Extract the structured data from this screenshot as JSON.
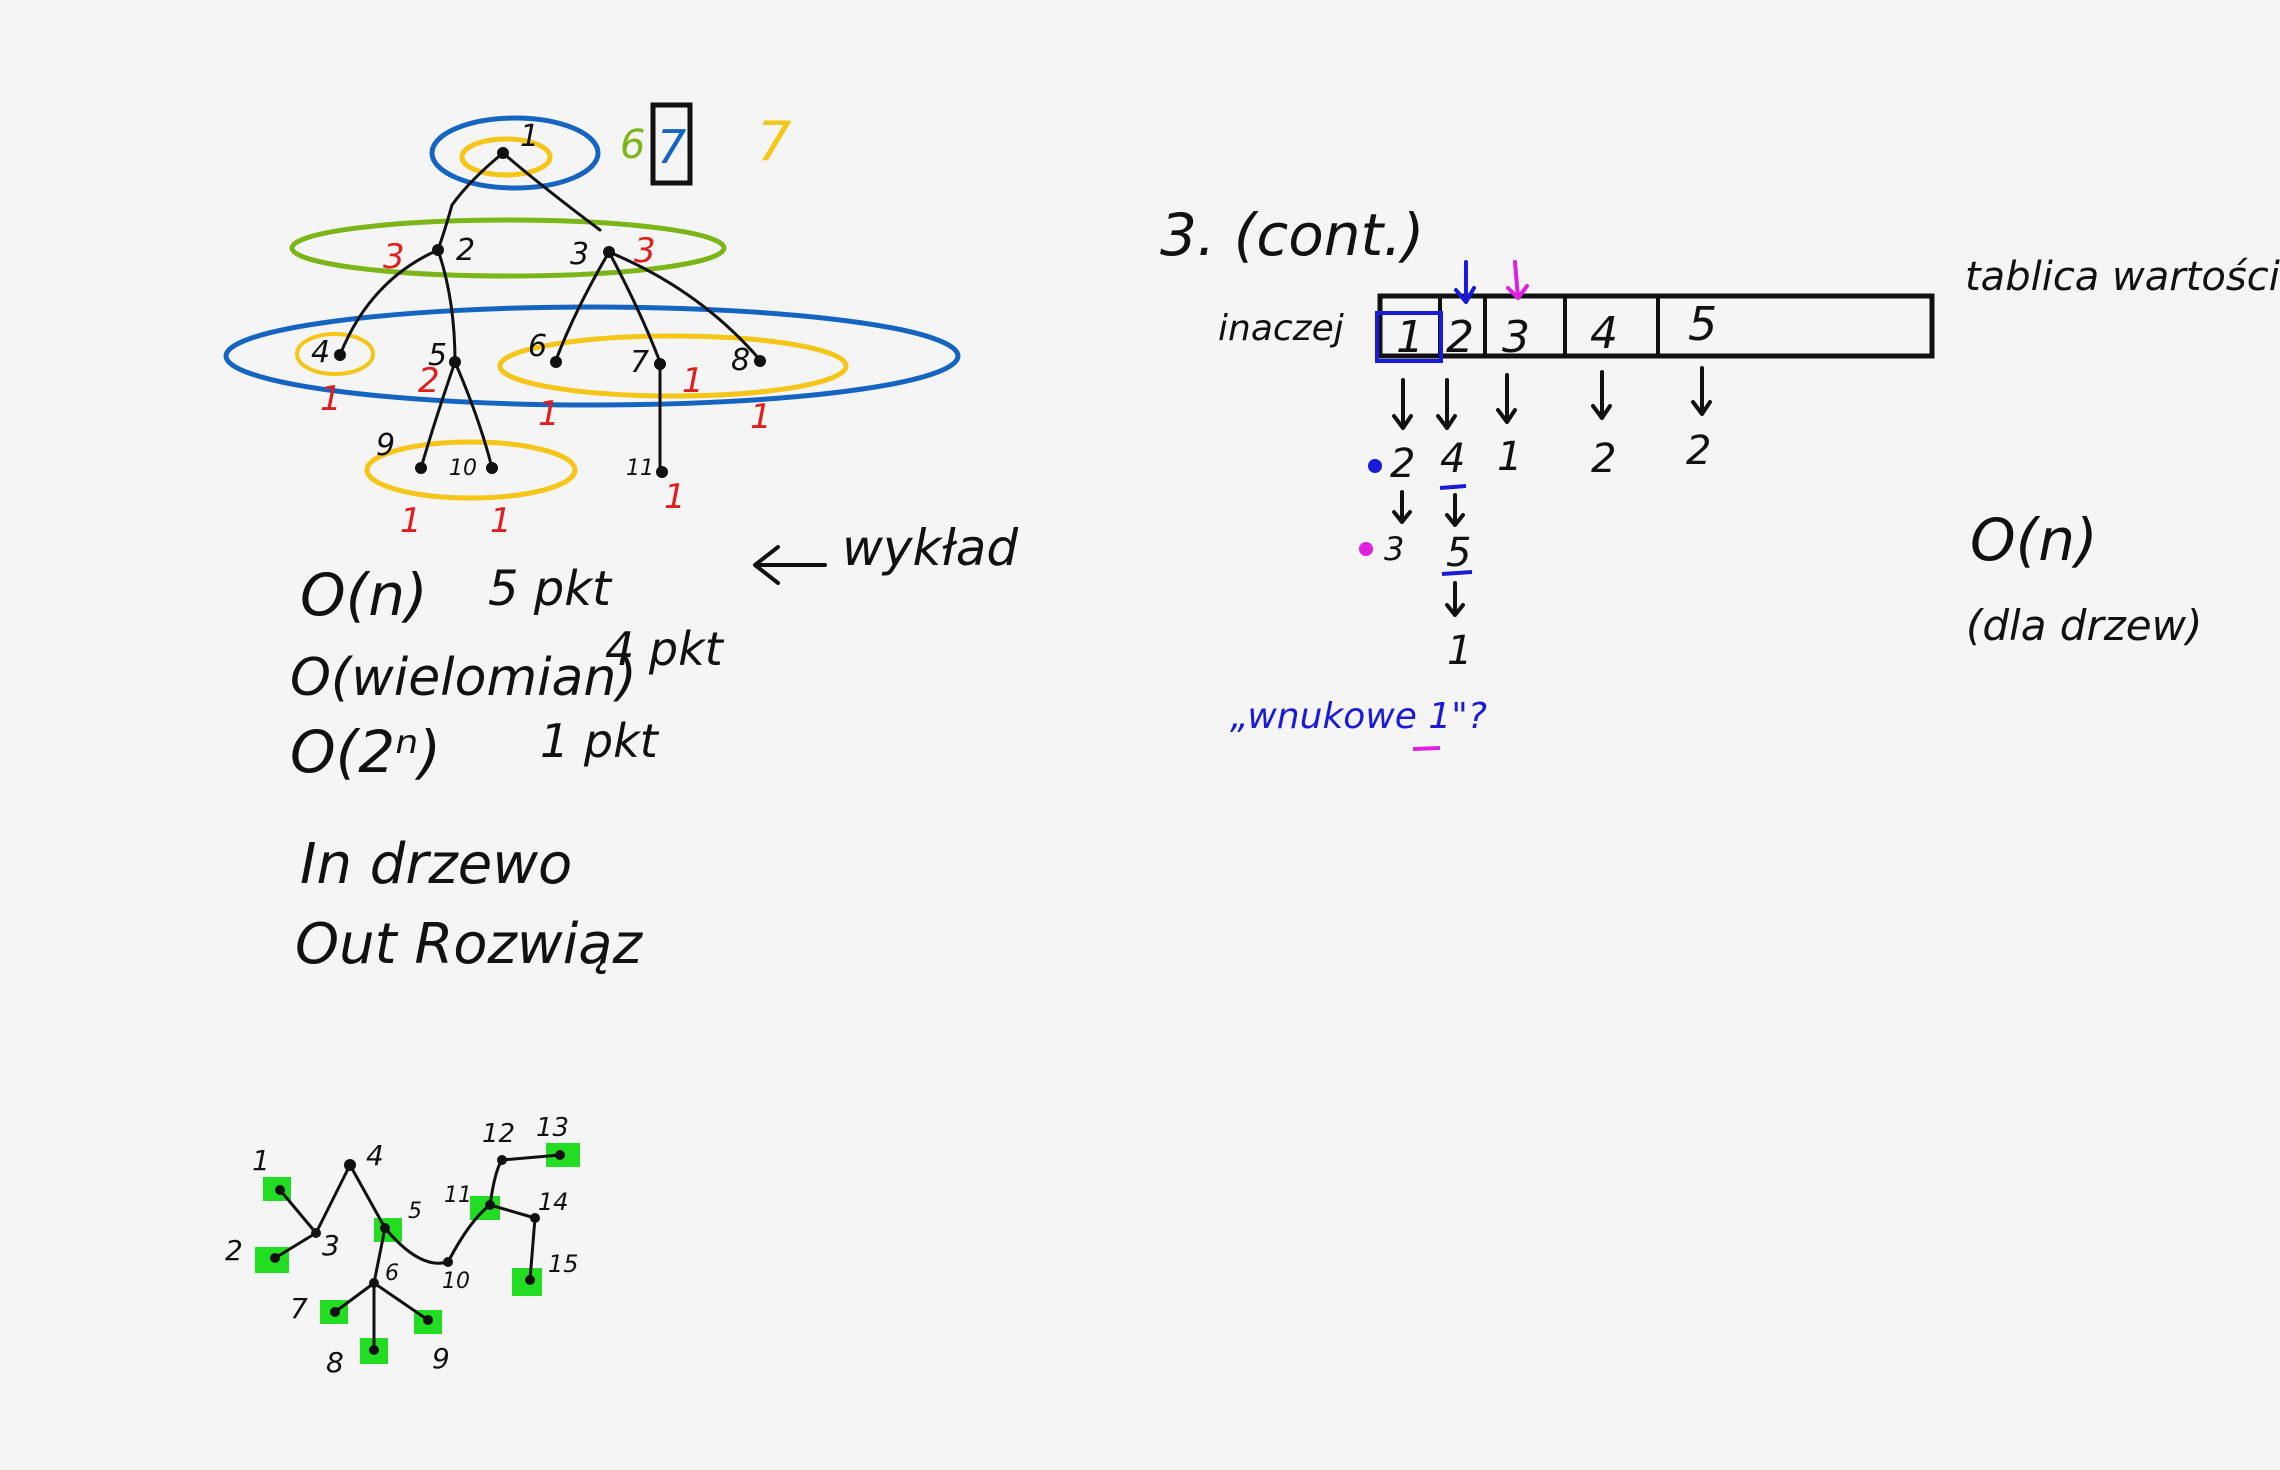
{
  "tree1": {
    "node_labels": {
      "n1": "1",
      "n2": "2",
      "n3": "3",
      "n4": "4",
      "n5": "5",
      "n6": "6",
      "n7": "7",
      "n8": "8",
      "n9": "9",
      "n10": "10",
      "n11": "11"
    },
    "red_labels": {
      "r2": "3",
      "r3": "3",
      "r4": "1",
      "r5": "2",
      "r6": "1",
      "r7": "1",
      "r8": "1",
      "r9": "1",
      "r10": "1",
      "r11": "1"
    },
    "top_green": "6",
    "top_blue": "7",
    "top_yellow": "7",
    "colors": {
      "blue": "#1565c0",
      "green": "#7cb518",
      "yellow": "#f5c518",
      "red": "#e01e1e",
      "ink": "#111111"
    }
  },
  "complexity": {
    "row1_expr": "O(n)",
    "row1_pts": "5 pkt",
    "row2_expr": "O(wielomian)",
    "row2_pts": "4 pkt",
    "row3_expr": "O(2ⁿ)",
    "row3_pts": "1 pkt",
    "arrow_note": "wykład"
  },
  "drzewo_lines": {
    "line1": "In drzewo",
    "line2": "Out Rozwiąz"
  },
  "section3": {
    "title": "3. (cont.)",
    "left_label": "inaczej",
    "right_label": "tablica wartości",
    "cells": [
      "1",
      "2",
      "3",
      "4",
      "5"
    ],
    "values": [
      "2",
      "4",
      "1",
      "2",
      "2"
    ],
    "chain_col1": [
      "3"
    ],
    "chain_col2": [
      "5",
      "1"
    ],
    "note": "„wnukowe 1\"?",
    "complexity": "O(n)",
    "complexity_note": "(dla drzew)"
  },
  "tree2": {
    "labels": {
      "n1": "1",
      "n2": "2",
      "n3": "3",
      "n4": "4",
      "n5": "5",
      "n6": "6",
      "n7": "7",
      "n8": "8",
      "n9": "9",
      "n10": "10",
      "n11": "11",
      "n12": "12",
      "n13": "13",
      "n14": "14",
      "n15": "15"
    },
    "highlight_color": "#22dd22"
  }
}
